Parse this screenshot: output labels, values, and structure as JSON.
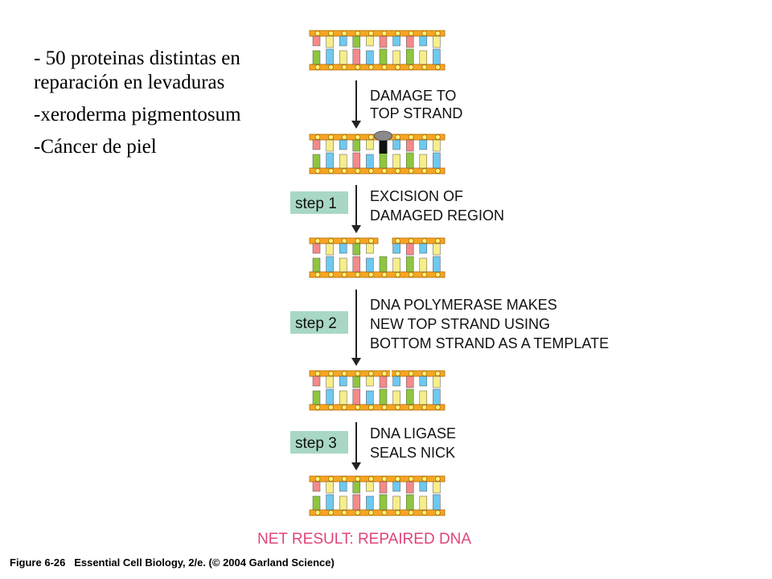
{
  "bullets": [
    "- 50 proteinas distintas en reparación en levaduras",
    "-xeroderma pigmentosum",
    "-Cáncer de piel"
  ],
  "labels": {
    "damage": [
      "DAMAGE TO",
      "TOP STRAND"
    ],
    "excision": [
      "EXCISION OF",
      "DAMAGED REGION"
    ],
    "polymerase": [
      "DNA POLYMERASE MAKES",
      "NEW TOP STRAND USING",
      "BOTTOM STRAND AS A TEMPLATE"
    ],
    "ligase": [
      "DNA LIGASE",
      "SEALS NICK"
    ]
  },
  "steps": [
    "step 1",
    "step 2",
    "step 3"
  ],
  "net_result": "NET RESULT: REPAIRED DNA",
  "caption": "Figure 6-26   Essential Cell Biology, 2/e. (© 2004 Garland Science)",
  "colors": {
    "backbone": "#f5a623",
    "backbone_edge": "#b36b00",
    "node": "#fff27a",
    "base_red": "#f48a8a",
    "base_yellow": "#f7ee8a",
    "base_blue": "#6ec9f0",
    "base_green": "#8ec63f",
    "step_box": "#a8d8c4",
    "net_text": "#e0447a",
    "damage_cap": "#8a8a8a",
    "damage_block": "#111111"
  }
}
